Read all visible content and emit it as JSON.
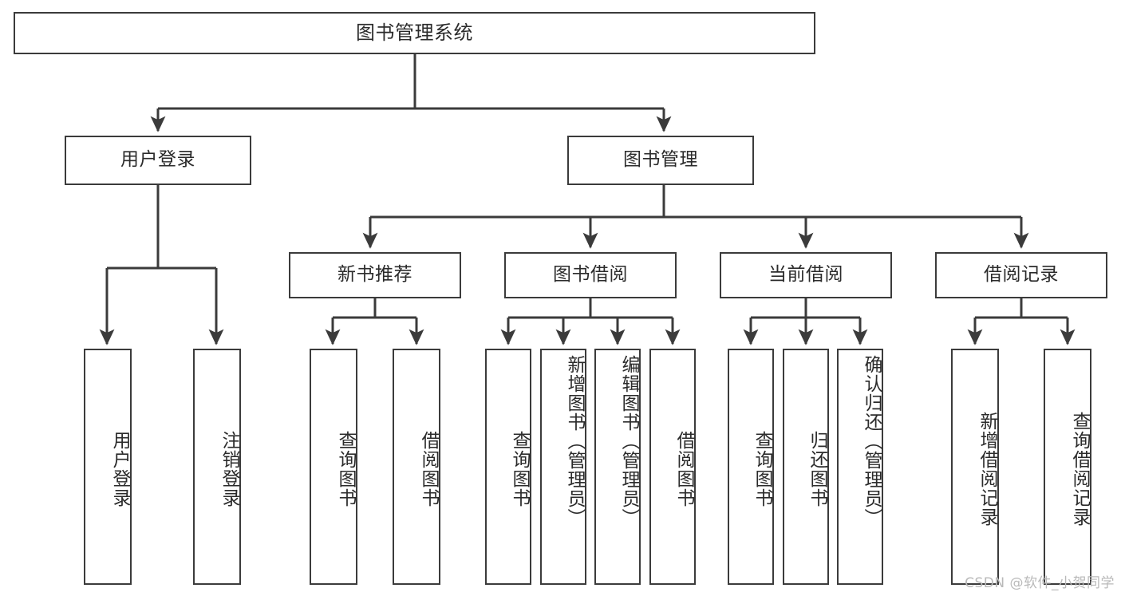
{
  "diagram": {
    "title": "图书管理系统",
    "type": "tree",
    "colors": {
      "box_border": "#3b3b3b",
      "box_fill": "#ffffff",
      "edge": "#3b3b3b",
      "text": "#2b2b2b",
      "watermark": "#b9b9b9",
      "background": "#ffffff"
    },
    "root": {
      "label": "图书管理系统"
    },
    "level2": [
      {
        "id": "user-login",
        "label": "用户登录"
      },
      {
        "id": "book-manage",
        "label": "图书管理"
      }
    ],
    "level3": [
      {
        "id": "new-book-recommend",
        "label": "新书推荐"
      },
      {
        "id": "book-borrow",
        "label": "图书借阅"
      },
      {
        "id": "current-borrow",
        "label": "当前借阅"
      },
      {
        "id": "borrow-record",
        "label": "借阅记录"
      }
    ],
    "leaves": {
      "user_login": [
        {
          "id": "leaf-user-login",
          "label": "用户登录"
        },
        {
          "id": "leaf-logout-login",
          "label": "注销登录"
        }
      ],
      "new_book_recommend": [
        {
          "id": "leaf-query-book-1",
          "label": "查询图书"
        },
        {
          "id": "leaf-borrow-book-1",
          "label": "借阅图书"
        }
      ],
      "book_borrow": [
        {
          "id": "leaf-query-book-2",
          "label": "查询图书"
        },
        {
          "id": "leaf-add-book",
          "label": "新增图书（管理员）"
        },
        {
          "id": "leaf-edit-book",
          "label": "编辑图书（管理员）"
        },
        {
          "id": "leaf-borrow-book-2",
          "label": "借阅图书"
        }
      ],
      "current_borrow": [
        {
          "id": "leaf-query-book-3",
          "label": "查询图书"
        },
        {
          "id": "leaf-return-book",
          "label": "归还图书"
        },
        {
          "id": "leaf-confirm-return",
          "label": "确认归还（管理员）"
        }
      ],
      "borrow_record": [
        {
          "id": "leaf-add-record",
          "label": "新增借阅记录"
        },
        {
          "id": "leaf-query-record",
          "label": "查询借阅记录"
        }
      ]
    }
  },
  "watermark": {
    "text": "CSDN @软件_小贺同学"
  }
}
